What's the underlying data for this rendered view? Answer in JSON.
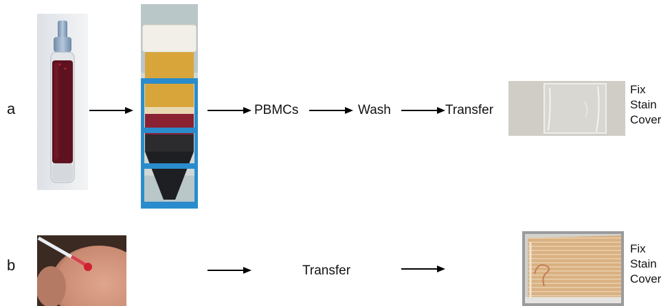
{
  "rows": [
    {
      "label": "a",
      "steps": [
        "PBMCs",
        "Wash",
        "Transfer"
      ],
      "final": [
        "Fix",
        "Stain",
        "Cover"
      ]
    },
    {
      "label": "b",
      "steps": [
        "Transfer"
      ],
      "final": [
        "Fix",
        "Stain",
        "Cover"
      ]
    }
  ],
  "colors": {
    "blood_dark": "#5e1220",
    "plasma": "#d8a53a",
    "rack_blue": "#2a8ccc",
    "skin": "#c98a72",
    "slide_grey": "#cfcdc6",
    "smear_tan": "#d9b182"
  }
}
